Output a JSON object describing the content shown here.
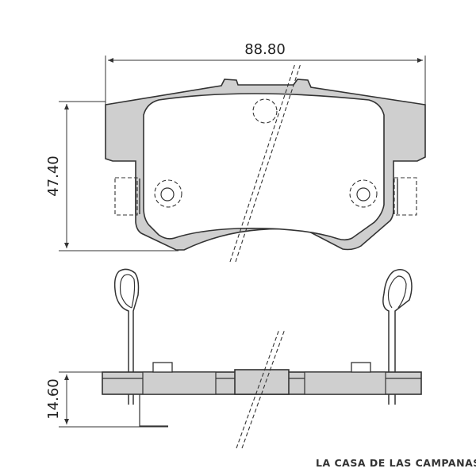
{
  "dimensions": {
    "width": "88.80",
    "height": "47.40",
    "thickness": "14.60"
  },
  "watermark": "LA CASA DE LAS CAMPANAS",
  "colors": {
    "pad_fill": "#cfcfcf",
    "stroke": "#333333"
  }
}
